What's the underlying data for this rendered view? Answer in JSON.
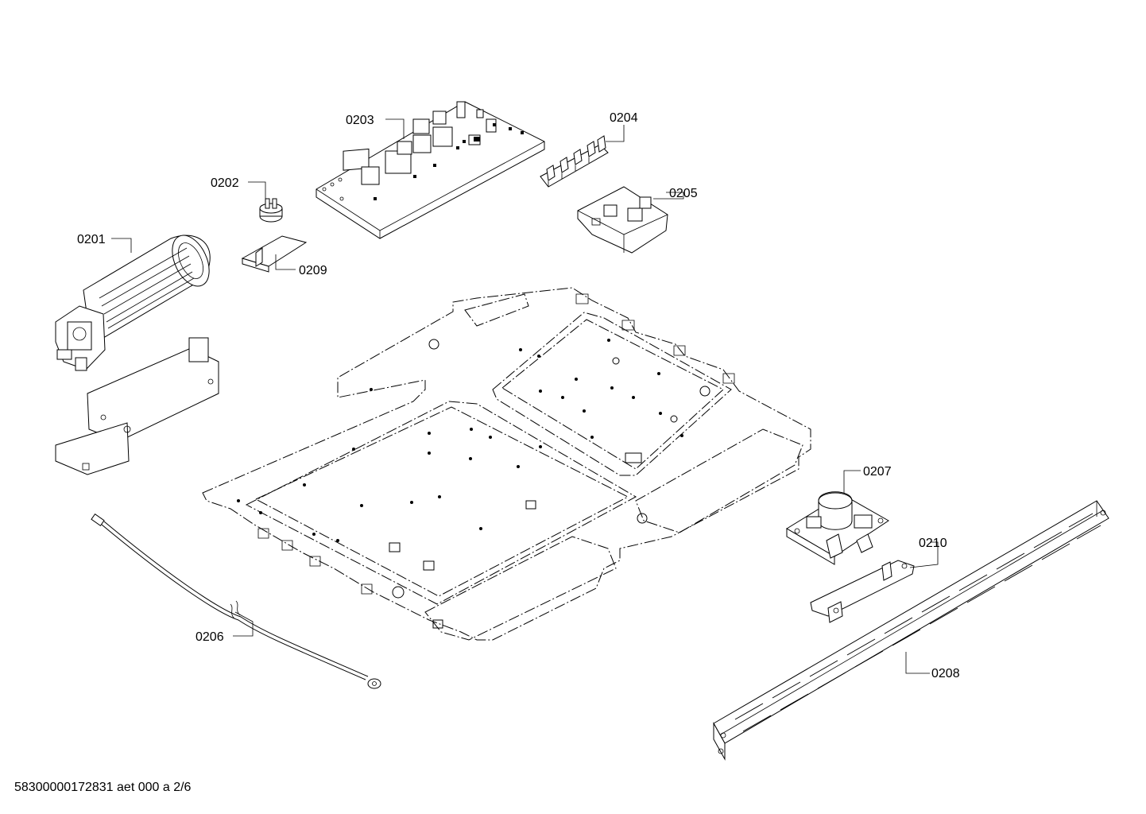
{
  "callouts": {
    "c0201": "0201",
    "c0202": "0202",
    "c0203": "0203",
    "c0204": "0204",
    "c0205": "0205",
    "c0206": "0206",
    "c0207": "0207",
    "c0208": "0208",
    "c0209": "0209",
    "c0210": "0210"
  },
  "footer": {
    "drawing_id": "58300000172831 aet 000 a 2/6"
  }
}
